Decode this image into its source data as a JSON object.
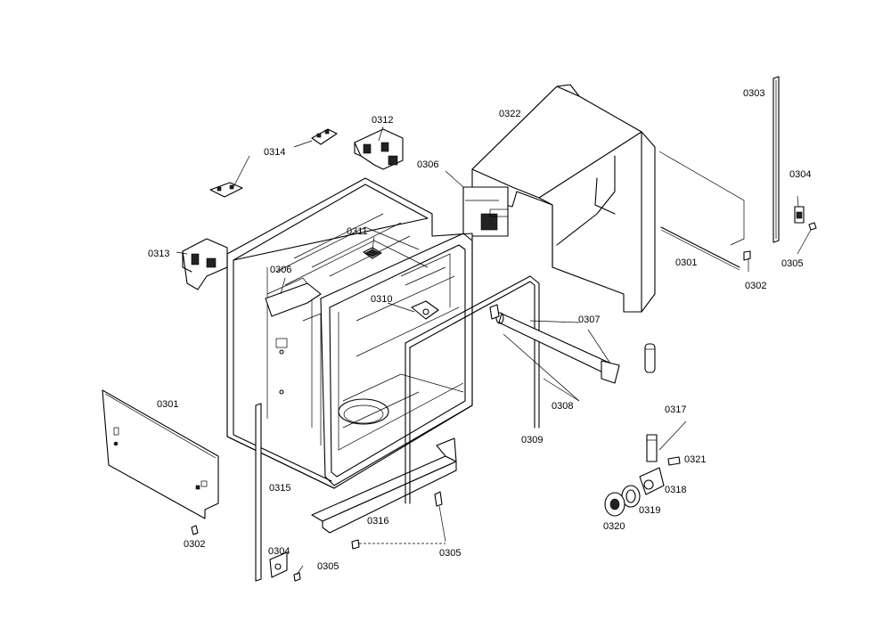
{
  "labels": {
    "l0301a": "0301",
    "l0301b": "0301",
    "l0302a": "0302",
    "l0302b": "0302",
    "l0303": "0303",
    "l0304a": "0304",
    "l0304b": "0304",
    "l0305a": "0305",
    "l0305b": "0305",
    "l0305c": "0305",
    "l0306a": "0306",
    "l0306b": "0306",
    "l0307": "0307",
    "l0308": "0308",
    "l0309": "0309",
    "l0310": "0310",
    "l0311": "0311",
    "l0312": "0312",
    "l0313": "0313",
    "l0314": "0314",
    "l0315": "0315",
    "l0316": "0316",
    "l0317": "0317",
    "l0318": "0318",
    "l0319": "0319",
    "l0320": "0320",
    "l0321": "0321",
    "l0322": "0322"
  }
}
